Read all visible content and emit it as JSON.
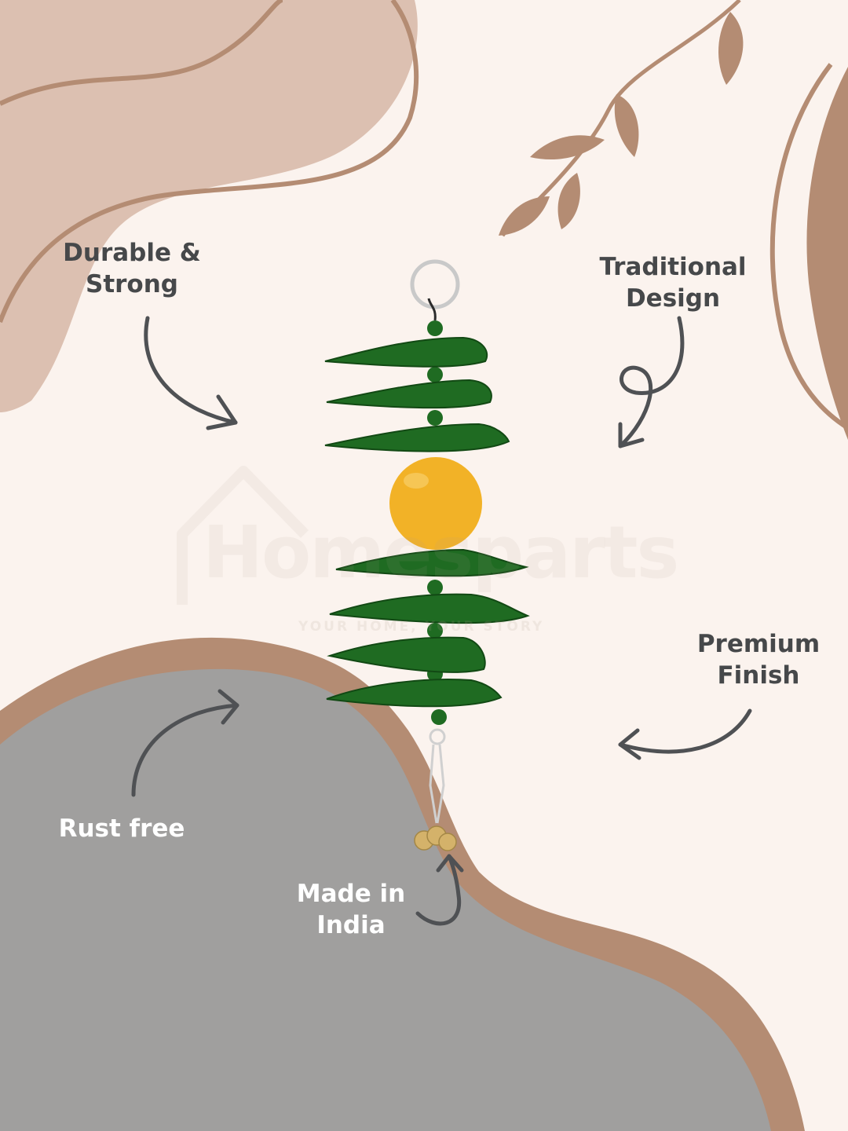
{
  "labels": {
    "durable": [
      "Durable &",
      "Strong"
    ],
    "traditional": [
      "Traditional",
      "Design"
    ],
    "premium": [
      "Premium",
      "Finish"
    ],
    "rust_free": "Rust free",
    "made_in_india": [
      "Made in",
      "India"
    ]
  },
  "watermark": {
    "text": "Homesparts",
    "tagline": "YOUR HOME, YOUR STORY"
  },
  "product": {
    "name": "Okra chilli hanging decor",
    "chilli_color": "#1f6b22",
    "ball_color": "#f2b227",
    "ring_color": "#c9c9c9",
    "bell_color": "#d4b26a"
  },
  "colors": {
    "background": "#fbf3ee",
    "blob_tan": "#dcc0b1",
    "accent_brown": "#b48c73",
    "blob_gray": "#a09f9e",
    "text_dark": "#46484a",
    "text_light": "#ffffff",
    "arrow": "#4f5154"
  }
}
